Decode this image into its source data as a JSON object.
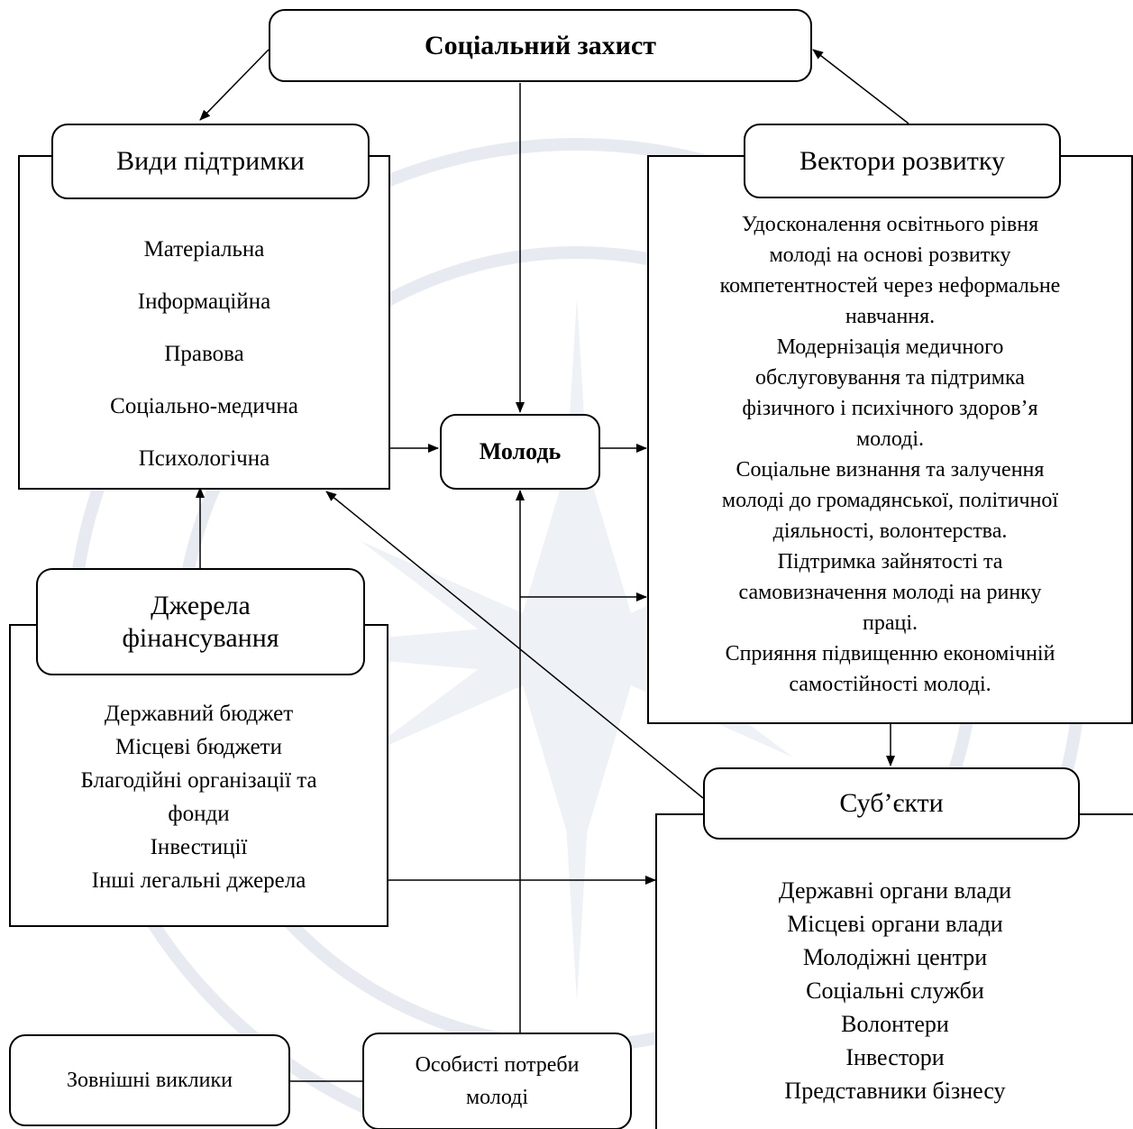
{
  "diagram": {
    "top": {
      "label": "Соціальний захист"
    },
    "center": {
      "label": "Молодь"
    },
    "support": {
      "title": "Види підтримки",
      "items": [
        "Матеріальна",
        "Інформаційна",
        "Правова",
        "Соціально-медична",
        "Психологічна"
      ]
    },
    "vectors": {
      "title": "Вектори розвитку",
      "lines": [
        "Удосконалення освітнього рівня",
        "молоді на основі розвитку",
        "компетентностей через неформальне",
        "навчання.",
        "Модернізація медичного",
        "обслуговування та підтримка",
        "фізичного і психічного здоров’я",
        "молоді.",
        "Соціальне визнання та залучення",
        "молоді до громадянської, політичної",
        "діяльності, волонтерства.",
        "Підтримка зайнятості та",
        "самовизначення молоді на ринку",
        "праці.",
        "Сприяння підвищенню економічній",
        "самостійності молоді."
      ]
    },
    "funding": {
      "title_lines": [
        "Джерела",
        "фінансування"
      ],
      "items": [
        "Державний бюджет",
        "Місцеві бюджети",
        "Благодійні організації та",
        "фонди",
        "Інвестиції",
        "Інші легальні джерела"
      ]
    },
    "subjects": {
      "title": "Суб’єкти",
      "items": [
        "Державні органи влади",
        "Місцеві органи влади",
        "Молодіжні центри",
        "Соціальні служби",
        "Волонтери",
        "Інвестори",
        "Представники бізнесу"
      ]
    },
    "external": {
      "label": "Зовнішні виклики"
    },
    "needs": {
      "lines": [
        "Особисті потреби",
        "молоді"
      ]
    }
  }
}
